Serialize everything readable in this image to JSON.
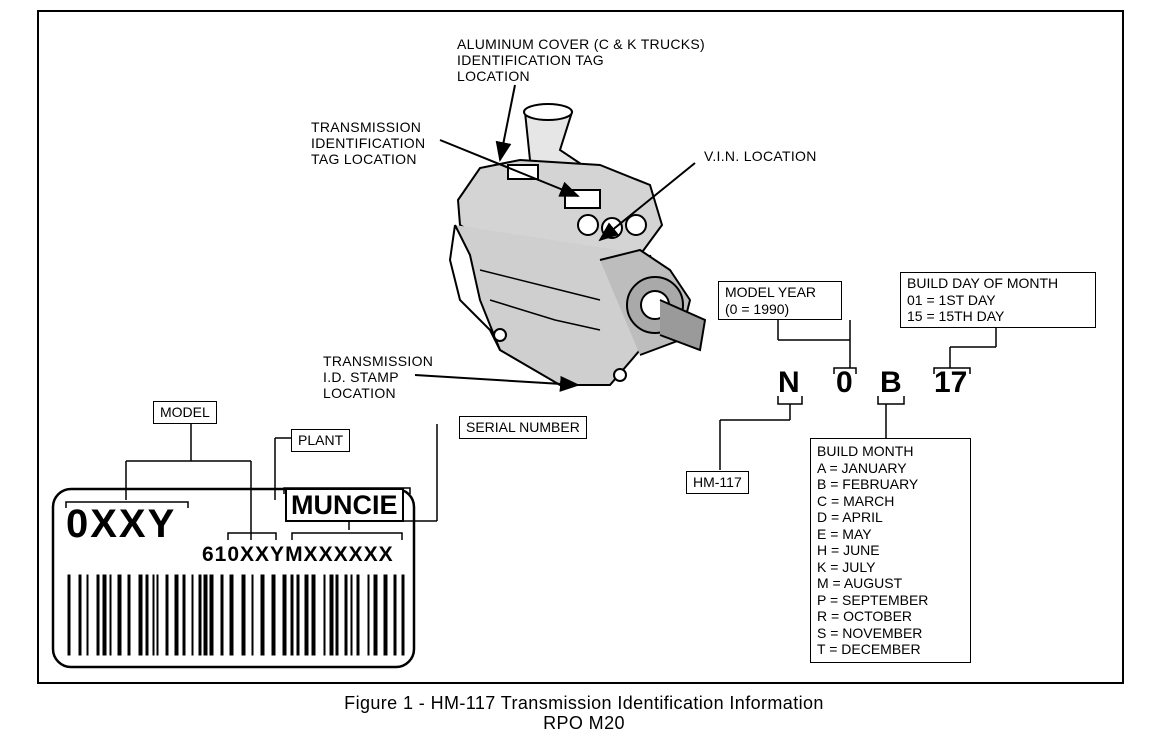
{
  "callouts": {
    "aluminum_cover": [
      "ALUMINUM COVER (C & K TRUCKS)",
      "IDENTIFICATION TAG",
      "LOCATION"
    ],
    "trans_id_tag": [
      "TRANSMISSION",
      "IDENTIFICATION",
      "TAG LOCATION"
    ],
    "vin_location": "V.I.N. LOCATION",
    "trans_id_stamp": [
      "TRANSMISSION",
      "I.D. STAMP",
      "LOCATION"
    ]
  },
  "tag": {
    "model_label": "MODEL",
    "plant_label": "PLANT",
    "serial_label": "SERIAL NUMBER",
    "model_code": "0XXY",
    "plant_name": "MUNCIE",
    "serial_prefix": "610XXY",
    "serial_suffix": "MXXXXXX"
  },
  "code_breakdown": {
    "chars": [
      "N",
      "0",
      "B",
      "17"
    ],
    "model_year": [
      "MODEL YEAR",
      "(0 = 1990)"
    ],
    "build_day": [
      "BUILD DAY OF MONTH",
      "01  =  1ST DAY",
      "15  =  15TH DAY"
    ],
    "hm_label": "HM-117",
    "build_month_title": "BUILD MONTH",
    "build_months": [
      "A  =  JANUARY",
      "B  =  FEBRUARY",
      "C  =  MARCH",
      "D  =  APRIL",
      "E  =  MAY",
      "H  =  JUNE",
      "K  =  JULY",
      "M  =  AUGUST",
      "P  =  SEPTEMBER",
      "R  =  OCTOBER",
      "S  =  NOVEMBER",
      "T  =  DECEMBER"
    ]
  },
  "caption": {
    "line1": "Figure 1 - HM-117 Transmission Identification Information",
    "line2": "RPO M20"
  }
}
